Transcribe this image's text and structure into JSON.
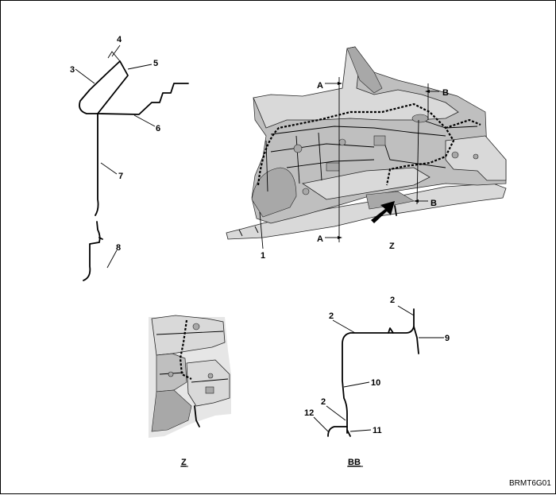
{
  "callouts": {
    "c1": "1",
    "c2a": "2",
    "c2b": "2",
    "c2c": "2",
    "c3": "3",
    "c4": "4",
    "c5": "5",
    "c6": "6",
    "c7": "7",
    "c8": "8",
    "c9": "9",
    "c10": "10",
    "c11": "11",
    "c12": "12"
  },
  "section_markers": {
    "a_top": "A",
    "a_bottom": "A",
    "b_top": "B",
    "b_bottom": "B",
    "z_arrow": "Z"
  },
  "views": {
    "z_label": "Z",
    "bb_label": "BB"
  },
  "figure_code": "BRMT6G01"
}
